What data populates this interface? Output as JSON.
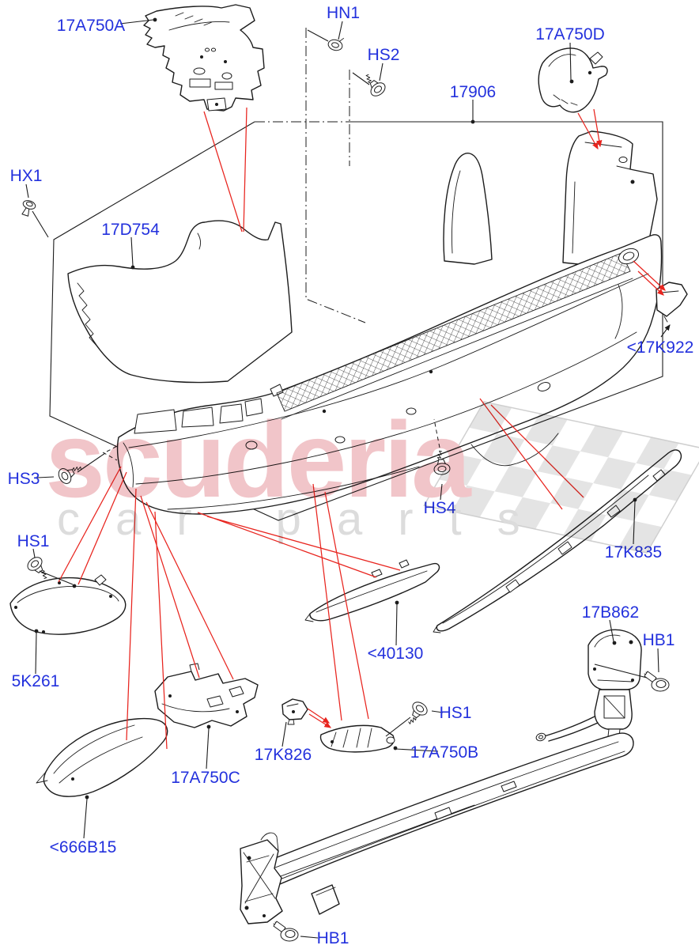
{
  "diagram": {
    "description": "Rear bumper exploded parts diagram",
    "watermark": {
      "brand": "scuderia",
      "tagline": "car parts"
    },
    "colors": {
      "label_blue": "#2331dd",
      "leader_red": "#e8241e",
      "line_black": "#1c1c1c",
      "watermark_pink": "#f1c5c9",
      "watermark_gray": "#dcdcdc",
      "flag_gray": "#e4e4e4",
      "background": "#ffffff"
    },
    "labels": {
      "a750a": "17A750A",
      "hn1": "HN1",
      "hs2": "HS2",
      "p17906": "17906",
      "a750d": "17A750D",
      "hx1": "HX1",
      "d754": "17D754",
      "k922": "<17K922",
      "hs3": "HS3",
      "hs1_left": "HS1",
      "hs4": "HS4",
      "k835": "17K835",
      "k261": "5K261",
      "b666": "<666B15",
      "a750c": "17A750C",
      "r40130": "<40130",
      "k826": "17K826",
      "a750b": "17A750B",
      "hs1_right": "HS1",
      "b862": "17B862",
      "hb1_right": "HB1",
      "hb1_bottom": "HB1"
    }
  }
}
